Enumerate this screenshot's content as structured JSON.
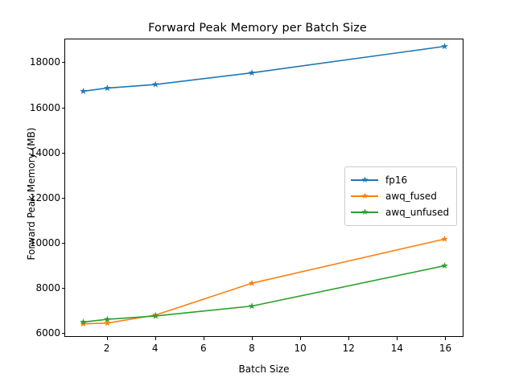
{
  "chart_data": {
    "type": "line",
    "title": "Forward Peak Memory per Batch Size",
    "xlabel": "Batch Size",
    "ylabel": "Forward Peak Memory (MB)",
    "x": [
      1,
      2,
      4,
      8,
      16
    ],
    "xlim": [
      0.25,
      16.75
    ],
    "ylim": [
      5820,
      19050
    ],
    "xticks": [
      2,
      4,
      6,
      8,
      10,
      12,
      14,
      16
    ],
    "xtick_labels": [
      "2",
      "4",
      "6",
      "8",
      "10",
      "12",
      "14",
      "16"
    ],
    "yticks": [
      6000,
      8000,
      10000,
      12000,
      14000,
      16000,
      18000
    ],
    "ytick_labels": [
      "6000",
      "8000",
      "10000",
      "12000",
      "14000",
      "16000",
      "18000"
    ],
    "grid": false,
    "legend_position": "center right",
    "marker": "star",
    "series": [
      {
        "name": "fp16",
        "color": "#1f77b4",
        "values": [
          16740,
          16880,
          17040,
          17560,
          18740
        ]
      },
      {
        "name": "awq_fused",
        "color": "#ff7f0e",
        "values": [
          6370,
          6400,
          6760,
          8180,
          10150
        ]
      },
      {
        "name": "awq_unfused",
        "color": "#2ca02c",
        "values": [
          6450,
          6570,
          6720,
          7160,
          8960
        ]
      }
    ]
  },
  "legend": {
    "entries": [
      {
        "label": "fp16"
      },
      {
        "label": "awq_fused"
      },
      {
        "label": "awq_unfused"
      }
    ]
  }
}
